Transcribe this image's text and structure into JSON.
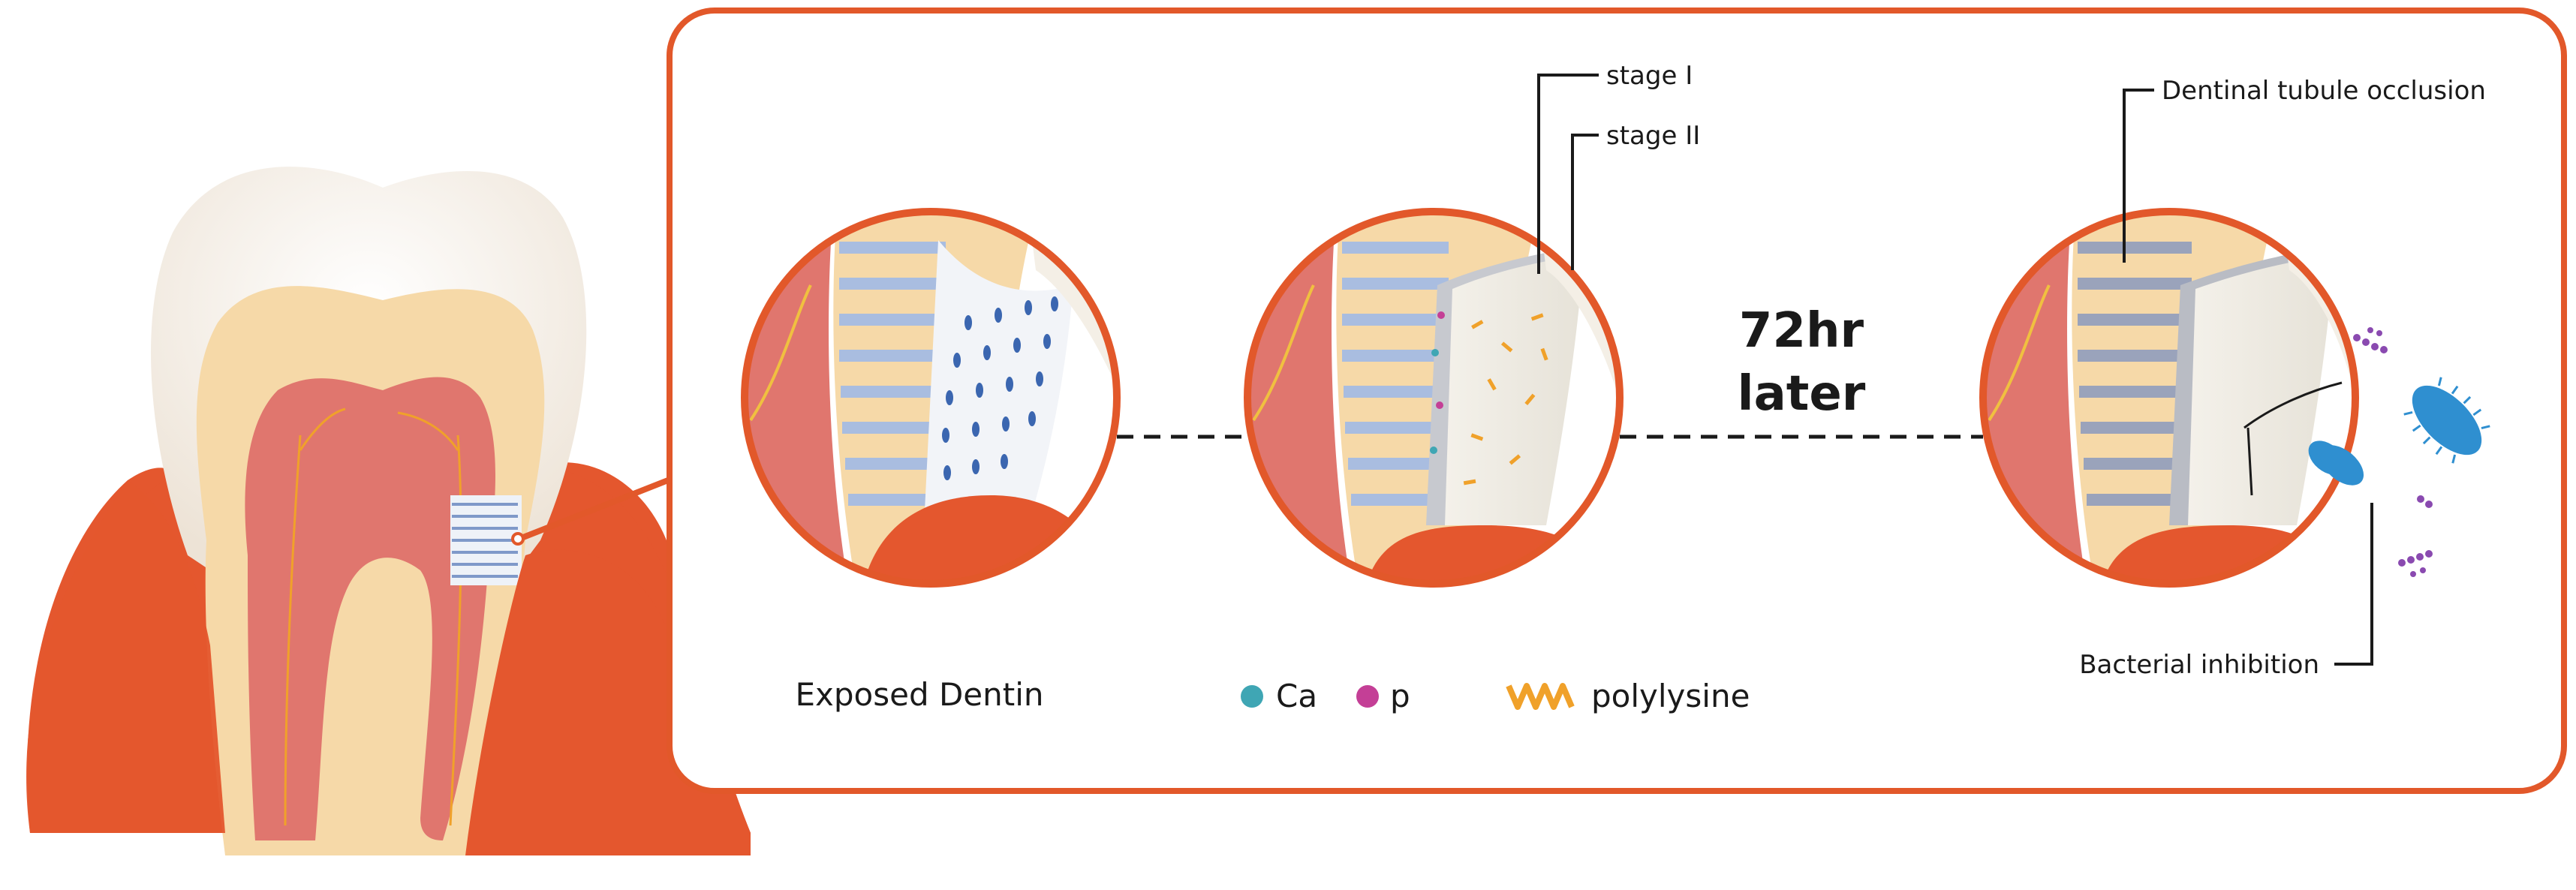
{
  "labels": {
    "exposed_dentin": "Exposed Dentin",
    "stage1": "stage I",
    "stage2": "stage II",
    "time_line1": "72hr",
    "time_line2": "later",
    "occlusion": "Dentinal tubule occlusion",
    "bacterial": "Bacterial inhibition"
  },
  "legend": [
    {
      "label": "Ca",
      "color": "#3fa6b4",
      "icon": "ca-dot-icon"
    },
    {
      "label": "p",
      "color": "#c43f96",
      "icon": "p-dot-icon"
    },
    {
      "label": "polylysine",
      "color": "#f0a12a",
      "icon": "polylysine-wave-icon"
    }
  ],
  "colors": {
    "frame": "#e2582a",
    "gum": "#e4572e",
    "pulp": "#e0766e",
    "dentin": "#f6d9a8",
    "tubule": "#a9bde0",
    "bacteria": "#2f8fd0"
  }
}
